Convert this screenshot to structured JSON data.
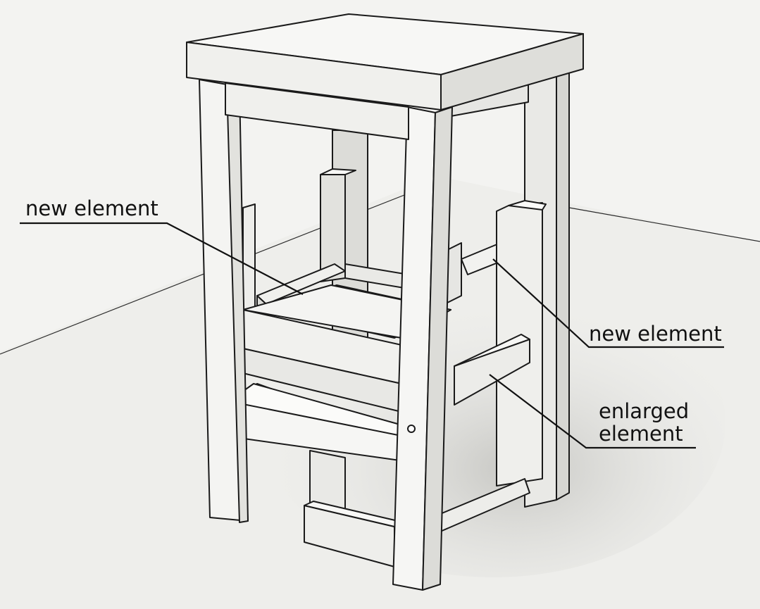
{
  "callouts": {
    "left": {
      "label": "new element"
    },
    "right_top": {
      "label": "new element"
    },
    "right_bottom": {
      "line1": "enlarged",
      "line2": "element"
    }
  },
  "colors": {
    "background": "#f3f3f1",
    "surface_light": "#fbfbf9",
    "surface_mid": "#e8e8e5",
    "surface_shadow": "#cfcfcb",
    "outline": "#1a1a1a",
    "ground_shadow": "#c9c9c6"
  }
}
